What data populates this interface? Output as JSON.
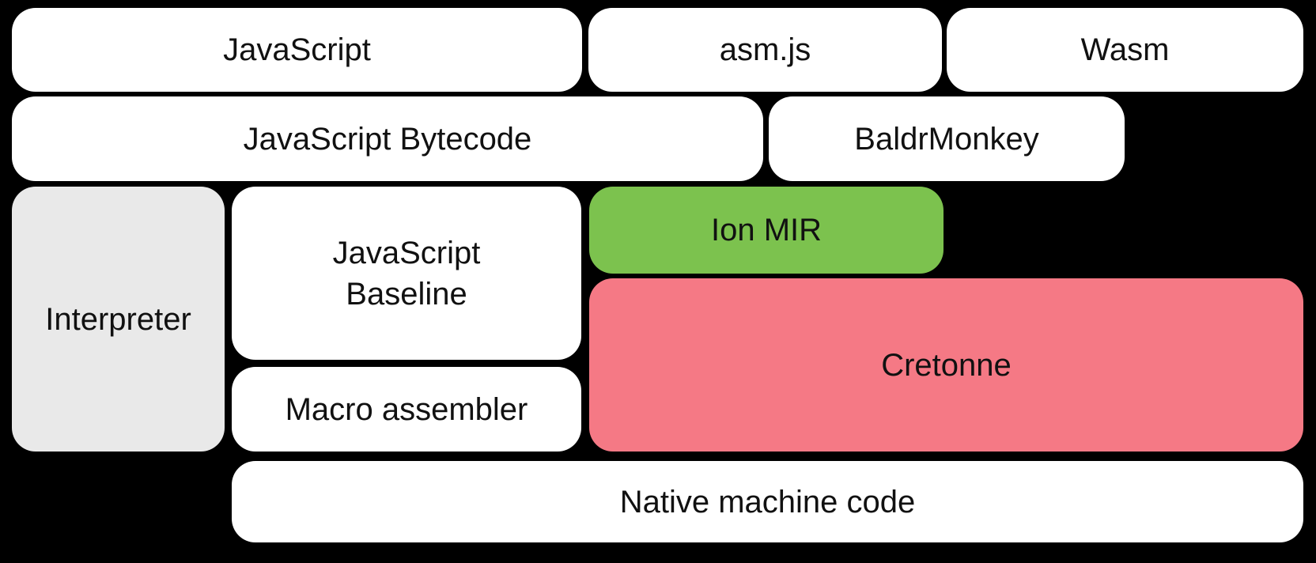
{
  "diagram": {
    "background": "#000000",
    "colors": {
      "white": "#ffffff",
      "gray": "#e9e9e9",
      "green": "#7cc24e",
      "pink": "#f57985",
      "text": "#111111"
    },
    "boxes": {
      "javascript": {
        "label": "JavaScript",
        "color": "white"
      },
      "asmjs": {
        "label": "asm.js",
        "color": "white"
      },
      "wasm": {
        "label": "Wasm",
        "color": "white"
      },
      "bytecode": {
        "label": "JavaScript Bytecode",
        "color": "white"
      },
      "baldrmonkey": {
        "label": "BaldrMonkey",
        "color": "white"
      },
      "interpreter": {
        "label": "Interpreter",
        "color": "gray"
      },
      "baseline": {
        "label": "JavaScript\nBaseline",
        "color": "white"
      },
      "ionmir": {
        "label": "Ion MIR",
        "color": "green"
      },
      "cretonne": {
        "label": "Cretonne",
        "color": "pink"
      },
      "macroassembler": {
        "label": "Macro assembler",
        "color": "white"
      },
      "nativecode": {
        "label": "Native machine code",
        "color": "white"
      }
    }
  }
}
